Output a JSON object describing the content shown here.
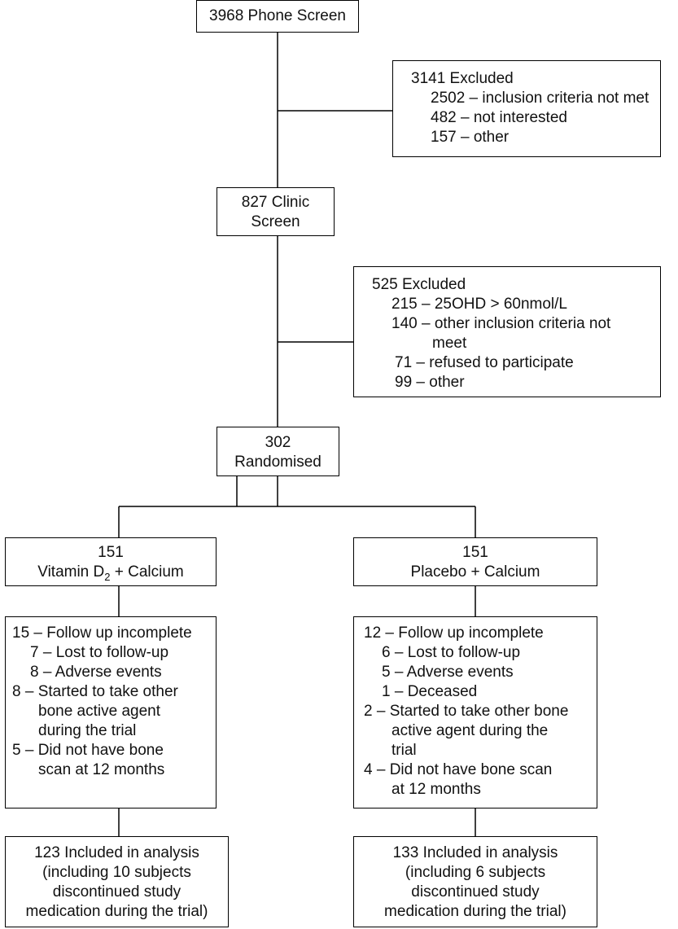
{
  "phone_screen": "3968 Phone Screen",
  "excluded1": {
    "title": "3141 Excluded",
    "items": [
      "2502 – inclusion criteria not met",
      "482 – not interested",
      "157 – other"
    ]
  },
  "clinic_screen": [
    "827 Clinic",
    "Screen"
  ],
  "excluded2": {
    "title": "525 Excluded",
    "items": [
      "215 – 25OHD > 60nmol/L",
      "140 – other inclusion criteria not",
      "meet",
      "71 – refused to participate",
      "99 – other"
    ]
  },
  "randomised": [
    "302",
    "Randomised"
  ],
  "arm_left": {
    "count": "151",
    "label_pre": "Vitamin D",
    "label_sub": "2",
    "label_post": " + Calcium"
  },
  "arm_right": {
    "count": "151",
    "label": "Placebo + Calcium"
  },
  "followup_left": [
    "15 – Follow up incomplete",
    "7 – Lost to follow-up",
    "8 – Adverse events",
    "8 – Started to take other",
    "bone active agent",
    "during the trial",
    "5 – Did not have bone",
    "scan at 12 months"
  ],
  "followup_right": [
    "12 – Follow up incomplete",
    "6 – Lost to follow-up",
    "5 – Adverse events",
    "1 – Deceased",
    "2 – Started to take other bone",
    "active agent during the",
    "trial",
    "4 – Did not have bone scan",
    "at 12 months"
  ],
  "analysis_left": [
    "123 Included in analysis",
    "(including 10 subjects",
    "discontinued study",
    "medication during the trial)"
  ],
  "analysis_right": [
    "133 Included in analysis",
    "(including 6 subjects",
    "discontinued study",
    "medication during the trial)"
  ]
}
